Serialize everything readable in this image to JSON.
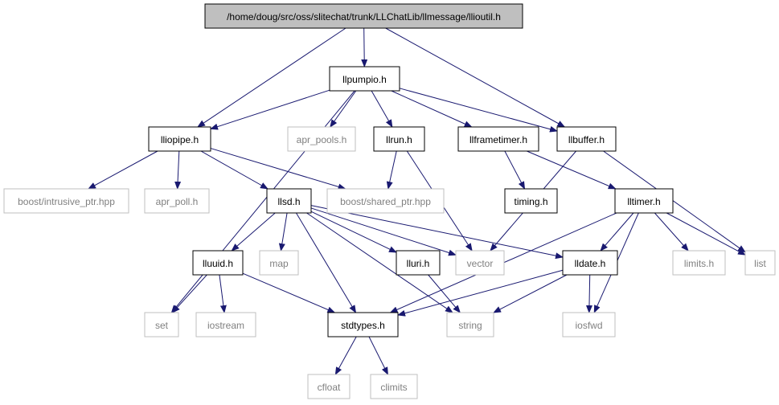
{
  "diagram": {
    "colors": {
      "edge": "#191970",
      "root_fill": "#bfbfbf",
      "local_border": "#000000",
      "external_border": "#bfbfbf",
      "external_text": "#808080"
    },
    "nodes": [
      {
        "id": "root",
        "label": "/home/doug/src/oss/slitechat/trunk/LLChatLib/llmessage/llioutil.h",
        "kind": "root"
      },
      {
        "id": "llpumpio",
        "label": "llpumpio.h",
        "kind": "local"
      },
      {
        "id": "lliopipe",
        "label": "lliopipe.h",
        "kind": "local"
      },
      {
        "id": "apr_pools",
        "label": "apr_pools.h",
        "kind": "external"
      },
      {
        "id": "llrun",
        "label": "llrun.h",
        "kind": "local"
      },
      {
        "id": "llframetimer",
        "label": "llframetimer.h",
        "kind": "local"
      },
      {
        "id": "llbuffer",
        "label": "llbuffer.h",
        "kind": "local"
      },
      {
        "id": "boost_intrusive",
        "label": "boost/intrusive_ptr.hpp",
        "kind": "external"
      },
      {
        "id": "apr_poll",
        "label": "apr_poll.h",
        "kind": "external"
      },
      {
        "id": "llsd",
        "label": "llsd.h",
        "kind": "local"
      },
      {
        "id": "boost_shared",
        "label": "boost/shared_ptr.hpp",
        "kind": "external"
      },
      {
        "id": "timing",
        "label": "timing.h",
        "kind": "local"
      },
      {
        "id": "lltimer",
        "label": "lltimer.h",
        "kind": "local"
      },
      {
        "id": "lluuid",
        "label": "lluuid.h",
        "kind": "local"
      },
      {
        "id": "map",
        "label": "map",
        "kind": "external"
      },
      {
        "id": "lluri",
        "label": "lluri.h",
        "kind": "local"
      },
      {
        "id": "vector",
        "label": "vector",
        "kind": "external"
      },
      {
        "id": "lldate",
        "label": "lldate.h",
        "kind": "local"
      },
      {
        "id": "limits",
        "label": "limits.h",
        "kind": "external"
      },
      {
        "id": "list",
        "label": "list",
        "kind": "external"
      },
      {
        "id": "set",
        "label": "set",
        "kind": "external"
      },
      {
        "id": "iostream",
        "label": "iostream",
        "kind": "external"
      },
      {
        "id": "stdtypes",
        "label": "stdtypes.h",
        "kind": "local"
      },
      {
        "id": "string",
        "label": "string",
        "kind": "external"
      },
      {
        "id": "iosfwd",
        "label": "iosfwd",
        "kind": "external"
      },
      {
        "id": "cfloat",
        "label": "cfloat",
        "kind": "external"
      },
      {
        "id": "climits",
        "label": "climits",
        "kind": "external"
      }
    ],
    "edges": [
      [
        "root",
        "llpumpio"
      ],
      [
        "root",
        "lliopipe"
      ],
      [
        "root",
        "llbuffer"
      ],
      [
        "llpumpio",
        "lliopipe"
      ],
      [
        "llpumpio",
        "apr_pools"
      ],
      [
        "llpumpio",
        "llrun"
      ],
      [
        "llpumpio",
        "llframetimer"
      ],
      [
        "llpumpio",
        "llbuffer"
      ],
      [
        "llpumpio",
        "set"
      ],
      [
        "lliopipe",
        "boost_intrusive"
      ],
      [
        "lliopipe",
        "apr_poll"
      ],
      [
        "lliopipe",
        "llsd"
      ],
      [
        "lliopipe",
        "boost_shared"
      ],
      [
        "llrun",
        "boost_shared"
      ],
      [
        "llrun",
        "vector"
      ],
      [
        "llframetimer",
        "timing"
      ],
      [
        "llframetimer",
        "lltimer"
      ],
      [
        "llbuffer",
        "vector"
      ],
      [
        "llbuffer",
        "list"
      ],
      [
        "llsd",
        "lluuid"
      ],
      [
        "llsd",
        "map"
      ],
      [
        "llsd",
        "lluri"
      ],
      [
        "llsd",
        "vector"
      ],
      [
        "llsd",
        "lldate"
      ],
      [
        "llsd",
        "stdtypes"
      ],
      [
        "llsd",
        "string"
      ],
      [
        "lltimer",
        "lldate"
      ],
      [
        "lltimer",
        "stdtypes"
      ],
      [
        "lltimer",
        "limits"
      ],
      [
        "lltimer",
        "list"
      ],
      [
        "lltimer",
        "iosfwd"
      ],
      [
        "lluuid",
        "set"
      ],
      [
        "lluuid",
        "iostream"
      ],
      [
        "lluuid",
        "stdtypes"
      ],
      [
        "lluri",
        "string"
      ],
      [
        "lldate",
        "stdtypes"
      ],
      [
        "lldate",
        "string"
      ],
      [
        "lldate",
        "iosfwd"
      ],
      [
        "stdtypes",
        "cfloat"
      ],
      [
        "stdtypes",
        "climits"
      ]
    ]
  }
}
